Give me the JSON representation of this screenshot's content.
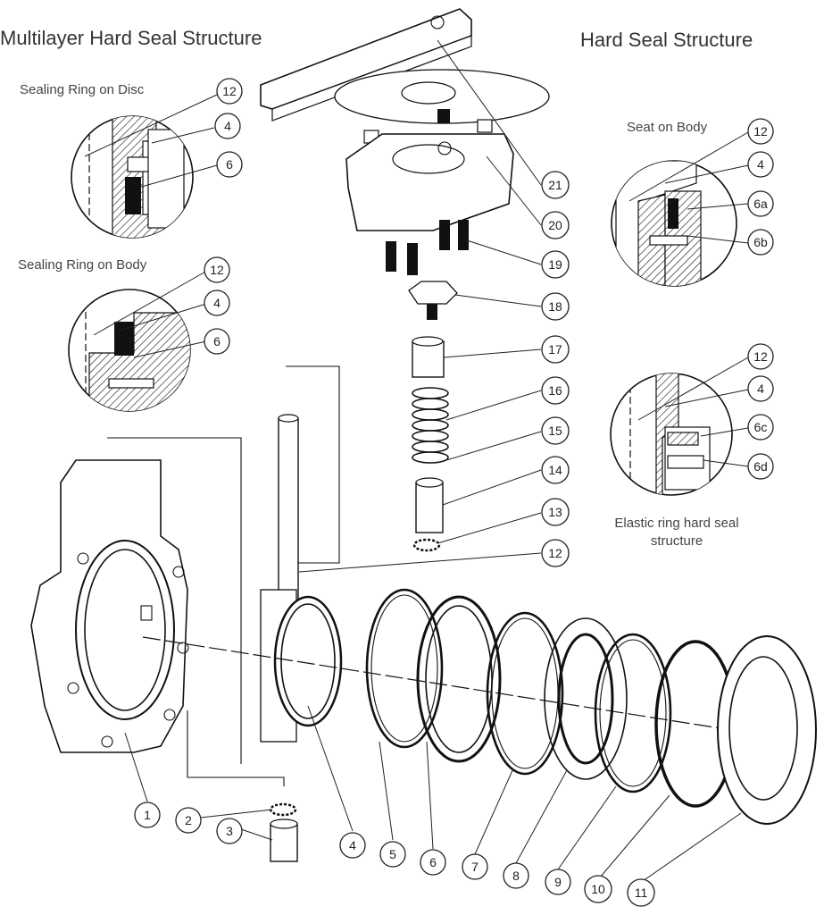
{
  "titles": {
    "left": "Multilayer Hard Seal Structure",
    "right": "Hard Seal Structure"
  },
  "insets": {
    "disc": "Sealing Ring on Disc",
    "body": "Sealing Ring on Body",
    "seat": "Seat on Body",
    "elastic": "Elastic ring hard seal structure"
  },
  "callouts": [
    "1",
    "2",
    "3",
    "4",
    "5",
    "6",
    "7",
    "8",
    "9",
    "10",
    "11",
    "12",
    "13",
    "14",
    "15",
    "16",
    "17",
    "18",
    "19",
    "20",
    "21",
    "6a",
    "6b",
    "6c",
    "6d"
  ]
}
